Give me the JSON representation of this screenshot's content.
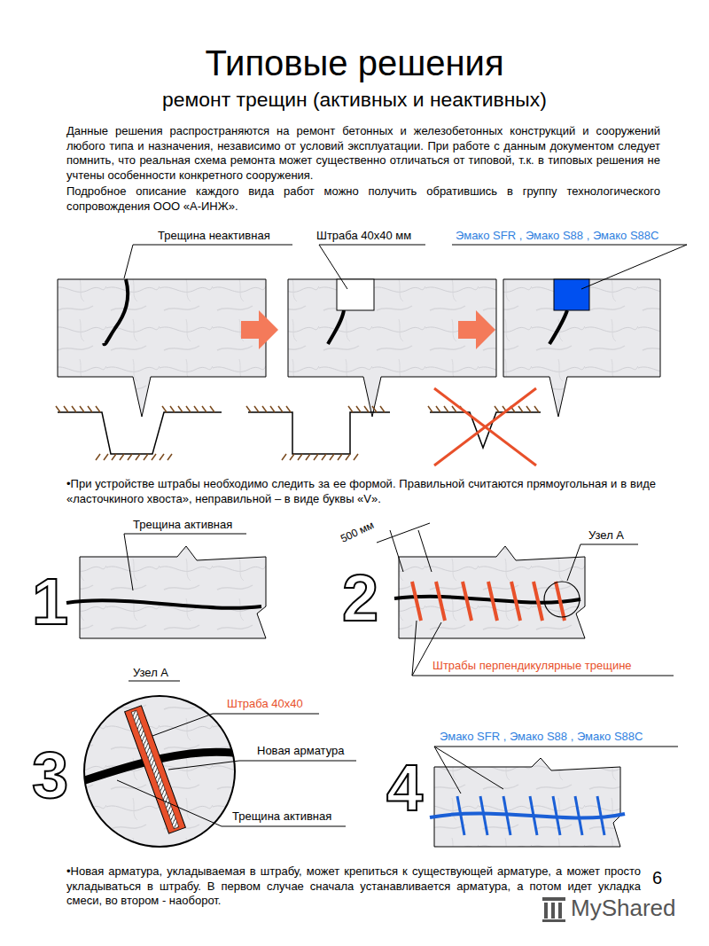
{
  "diagram": {
    "title": "Типовые решения",
    "labels": [
      "ремонт трещин (активных и неактивных)",
      "Данные решения распространяются на ремонт бетонных и железобетонных конструкций и сооружений любого типа и назначения, независимо от условий эксплуатации. При работе с данным документом следует помнить, что реальная схема ремонта может существенно отличаться от типовой, т.к. в типовых решения не учтены особенности конкретного сооружения.",
      "Подробное описание каждого вида работ можно получить обратившись в группу технологического сопровождения ООО «А-ИНЖ».",
      "Трещина неактивная",
      "Штраба 40х40 мм",
      "Эмако SFR , Эмако S88 , Эмако S88C",
      "•При устройстве штрабы необходимо следить за ее формой. Правильной считаются прямоугольная и в виде «ласточкиного хвоста», неправильной – в виде буквы «V».",
      "Трещина активная",
      "1",
      "500 мм",
      "Узел А",
      "2",
      "Штрабы перпендикулярные трещине",
      "Узел А",
      "3",
      "Штраба 40х40",
      "Новая арматура",
      "Трещина активная",
      "4",
      "Эмако SFR , Эмако S88 , Эмако S88C",
      "•Новая арматура, укладываемая в штрабу, может крепиться к существующей арматуре, а может просто укладываться в штрабу. В первом случае сначала устанавливается арматура, а потом идет укладка смеси, во втором - наоборот.",
      "6",
      "MyShared"
    ]
  }
}
